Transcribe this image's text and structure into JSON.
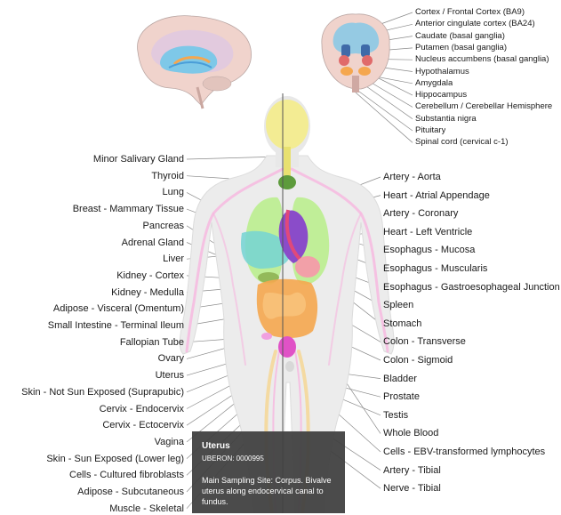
{
  "left_labels": [
    "Minor Salivary Gland",
    "Thyroid",
    "Lung",
    "Breast - Mammary Tissue",
    "Pancreas",
    "Adrenal Gland",
    "Liver",
    "Kidney - Cortex",
    "Kidney - Medulla",
    "Adipose - Visceral (Omentum)",
    "Small Intestine - Terminal Ileum",
    "Fallopian Tube",
    "Ovary",
    "Uterus",
    "Skin - Not Sun Exposed (Suprapubic)",
    "Cervix - Endocervix",
    "Cervix - Ectocervix",
    "Vagina",
    "Skin - Sun Exposed (Lower leg)",
    "Cells - Cultured fibroblasts",
    "Adipose - Subcutaneous",
    "Muscle - Skeletal"
  ],
  "right_labels": [
    "Artery - Aorta",
    "Heart - Atrial Appendage",
    "Artery - Coronary",
    "Heart - Left Ventricle",
    "Esophagus - Mucosa",
    "Esophagus - Muscularis",
    "Esophagus - Gastroesophageal Junction",
    "Spleen",
    "Stomach",
    "Colon - Transverse",
    "Colon - Sigmoid",
    "Bladder",
    "Prostate",
    "Testis",
    "Whole Blood",
    "Cells - EBV-transformed lymphocytes",
    "Artery - Tibial",
    "Nerve - Tibial"
  ],
  "brain_labels": [
    "Cortex / Frontal Cortex (BA9)",
    "Anterior cingulate cortex (BA24)",
    "Caudate (basal ganglia)",
    "Putamen (basal ganglia)",
    "Nucleus accumbens (basal ganglia)",
    "Hypothalamus",
    "Amygdala",
    "Hippocampus",
    "Cerebellum / Cerebellar Hemisphere",
    "Substantia nigra",
    "Pituitary",
    "Spinal cord (cervical c-1)"
  ],
  "tooltip": {
    "title": "Uterus",
    "id": "UBERON: 0000995",
    "description": "Main Sampling Site: Corpus. Bivalve uterus along endocervical canal to fundus."
  },
  "colors": {
    "body": "#ececec",
    "brain": "#f2d6d0",
    "brain_highlight": "#7ec8e8",
    "lung": "#b9ee8a",
    "liver": "#74d3d4",
    "heart": "#8a4cc9",
    "intestine": "#f5a74f",
    "nerves": "#f7b7e0",
    "thyroid": "#5d9b3c",
    "uterus": "#e052c6",
    "legs_nerve": "#f5d89a",
    "tooltip_bg": "#404040"
  }
}
